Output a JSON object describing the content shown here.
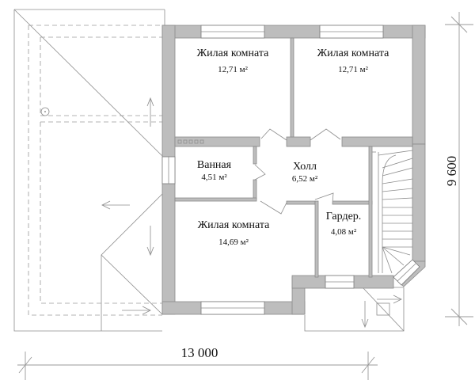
{
  "plan": {
    "rooms": [
      {
        "id": "living-room-1",
        "name": "Жилая комната",
        "area": "12,71 м²"
      },
      {
        "id": "living-room-2",
        "name": "Жилая комната",
        "area": "12,71 м²"
      },
      {
        "id": "bathroom",
        "name": "Ванная",
        "area": "4,51 м²"
      },
      {
        "id": "hall",
        "name": "Холл",
        "area": "6,52 м²"
      },
      {
        "id": "living-room-3",
        "name": "Жилая комната",
        "area": "14,69 м²"
      },
      {
        "id": "wardrobe",
        "name": "Гардер.",
        "area": "4,08 м²"
      }
    ],
    "dimensions": {
      "width": "13 000",
      "height": "9 600"
    },
    "colors": {
      "wall": "#bdbdbd",
      "line": "#8c8c8c",
      "background": "#ffffff"
    }
  }
}
